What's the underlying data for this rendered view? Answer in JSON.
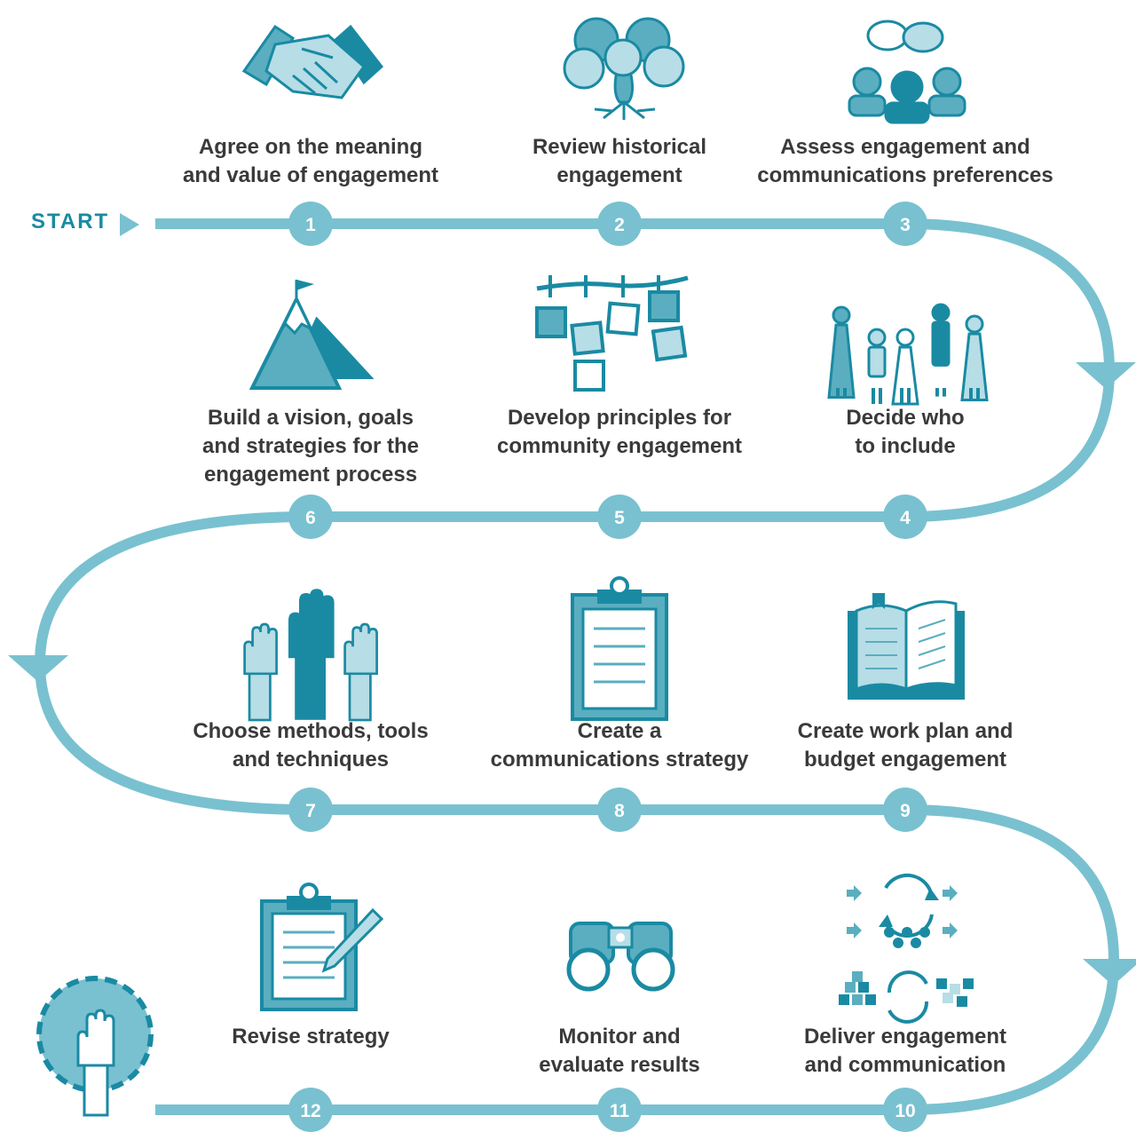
{
  "start_label": "START",
  "colors": {
    "path": "#79c1d0",
    "node": "#79c1d0",
    "dark": "#1a8aa3",
    "mid": "#5aaec0",
    "light": "#b7dde6",
    "text": "#3a3a3a"
  },
  "steps": [
    {
      "number": "1",
      "label": "Agree on the meaning\nand value of engagement",
      "icon": "handshake-icon"
    },
    {
      "number": "2",
      "label": "Review historical\nengagement",
      "icon": "tree-icon"
    },
    {
      "number": "3",
      "label": "Assess engagement and\ncommunications preferences",
      "icon": "people-chat-icon"
    },
    {
      "number": "4",
      "label": "Decide who\nto include",
      "icon": "family-icon"
    },
    {
      "number": "5",
      "label": "Develop principles for\ncommunity engagement",
      "icon": "sticky-notes-icon"
    },
    {
      "number": "6",
      "label": "Build a vision, goals\nand strategies for the\nengagement process",
      "icon": "mountain-flag-icon"
    },
    {
      "number": "7",
      "label": "Choose methods, tools\nand techniques",
      "icon": "raised-hands-icon"
    },
    {
      "number": "8",
      "label": "Create a\ncommunications strategy",
      "icon": "clipboard-icon"
    },
    {
      "number": "9",
      "label": "Create work plan and\nbudget engagement",
      "icon": "open-book-icon"
    },
    {
      "number": "10",
      "label": "Deliver engagement\nand communication",
      "icon": "process-cycle-icon"
    },
    {
      "number": "11",
      "label": "Monitor and\nevaluate results",
      "icon": "binoculars-icon"
    },
    {
      "number": "12",
      "label": "Revise strategy",
      "icon": "clipboard-pencil-icon"
    }
  ],
  "end_icon": "raised-hand-circle-icon"
}
